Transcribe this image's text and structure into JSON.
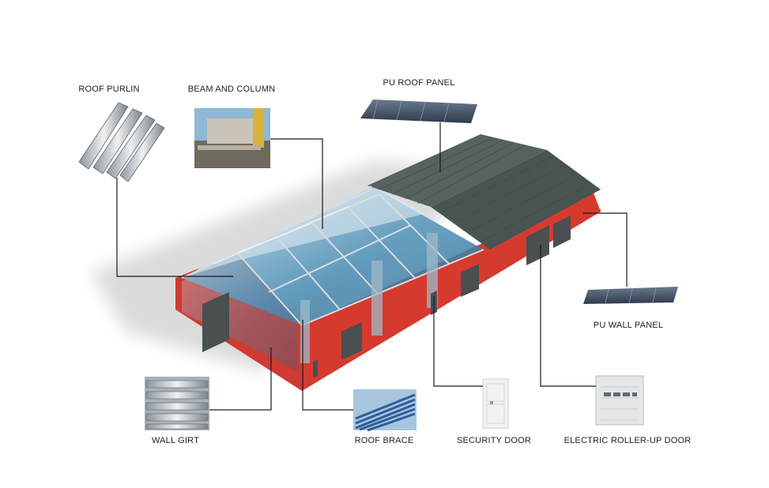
{
  "labels": {
    "roof_purlin": "ROOF PURLIN",
    "beam_and_column": "BEAM AND COLUMN",
    "pu_roof_panel": "PU ROOF PANEL",
    "pu_wall_panel": "PU WALL PANEL",
    "wall_girt": "WALL GIRT",
    "roof_brace": "ROOF BRACE",
    "security_door": "SECURITY DOOR",
    "electric_roller_up_door": "ELECTRIC ROLLER-UP DOOR"
  },
  "colors": {
    "wall_red": "#d63a2f",
    "roof_grey": "#4f5f5c",
    "glass_blue": "#3d7fa8",
    "steel": "#c9ced2",
    "leader_line": "#1a1a1a"
  }
}
